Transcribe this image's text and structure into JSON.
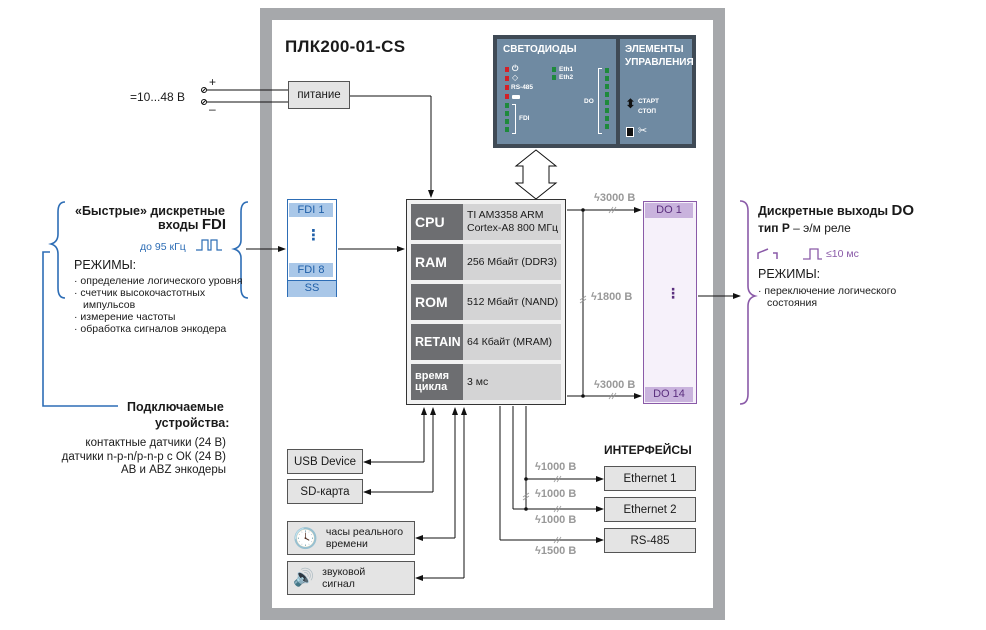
{
  "title": "ПЛК200-01-CS",
  "power": {
    "label": "=10...48 В",
    "plus": "+",
    "minus": "–",
    "block": "питание"
  },
  "led_panel": {
    "leds_title": "СВЕТОДИОДЫ",
    "controls_title_line1": "ЭЛЕМЕНТЫ",
    "controls_title_line2": "УПРАВЛЕНИЯ",
    "led_labels": {
      "rs485": "RS-485",
      "eth1": "Eth1",
      "eth2": "Eth2",
      "fdi": "FDI",
      "do": "DO"
    },
    "start": "СТАРТ",
    "stop": "СТОП",
    "colors": {
      "red": "#d32027",
      "green": "#1e8a3c",
      "panel": "#6f8aa2"
    }
  },
  "fdi_block": {
    "first": "FDI 1",
    "dots": "⋮",
    "last": "FDI 8",
    "ss": "SS"
  },
  "fdi_description": {
    "title_line1": "«Быстрые» дискретные",
    "title_line2_prefix": "входы ",
    "title_line2_accent": "FDI",
    "freq": "до 95 кГц",
    "modes_title": "РЕЖИМЫ:",
    "modes": [
      "определение логического уровня",
      "счетчик высокочастотных импульсов",
      "измерение частоты",
      "обработка сигналов энкодера"
    ]
  },
  "devices": {
    "title_line1": "Подключаемые",
    "title_line2": "устройства:",
    "items": [
      "контактные датчики (24 В)",
      "датчики n-p-n/p-n-p с ОК (24 В)",
      "AB и ABZ энкодеры"
    ]
  },
  "cpu_table": [
    {
      "key": "CPU",
      "value": "TI AM3358 ARM Cortex-A8 800 МГц"
    },
    {
      "key": "RAM",
      "value": "256 Мбайт (DDR3)"
    },
    {
      "key": "ROM",
      "value": "512 Мбайт (NAND)"
    },
    {
      "key": "RETAIN",
      "value": "64 Кбайт (MRAM)"
    },
    {
      "key": "время цикла",
      "value": "3 мс"
    }
  ],
  "do_block": {
    "first": "DO 1",
    "dots": "⋮",
    "last": "DO 14"
  },
  "do_isolation": {
    "top": "3000 В",
    "middle": "1800 В",
    "bottom": "3000 В"
  },
  "do_description": {
    "title_prefix": "Дискретные выходы ",
    "title_accent": "DO",
    "type_bold": "тип Р",
    "type_rest": " – э/м реле",
    "timing": "≤10 мс",
    "modes_title": "РЕЖИМЫ:",
    "modes": [
      "переключение логического состояния"
    ]
  },
  "interfaces": {
    "title": "ИНТЕРФЕЙСЫ",
    "items": [
      {
        "label": "Ethernet 1",
        "isolation": "1000 В"
      },
      {
        "label": "Ethernet 2",
        "isolation": "1000 В"
      },
      {
        "label": "RS-485",
        "isolation": "1500 В"
      }
    ],
    "between_isolation": "1000 В"
  },
  "peripherals": {
    "usb": "USB Device",
    "sd": "SD-карта",
    "clock_line1": "часы реального",
    "clock_line2": "времени",
    "sound_line1": "звуковой",
    "sound_line2": "сигнал"
  },
  "colors": {
    "frame": "#a6a8ab",
    "fdi_blue": "#2d6db5",
    "do_purple": "#8a5aa8",
    "isolation_gray": "#999999",
    "cpu_key": "#6d6e71"
  }
}
